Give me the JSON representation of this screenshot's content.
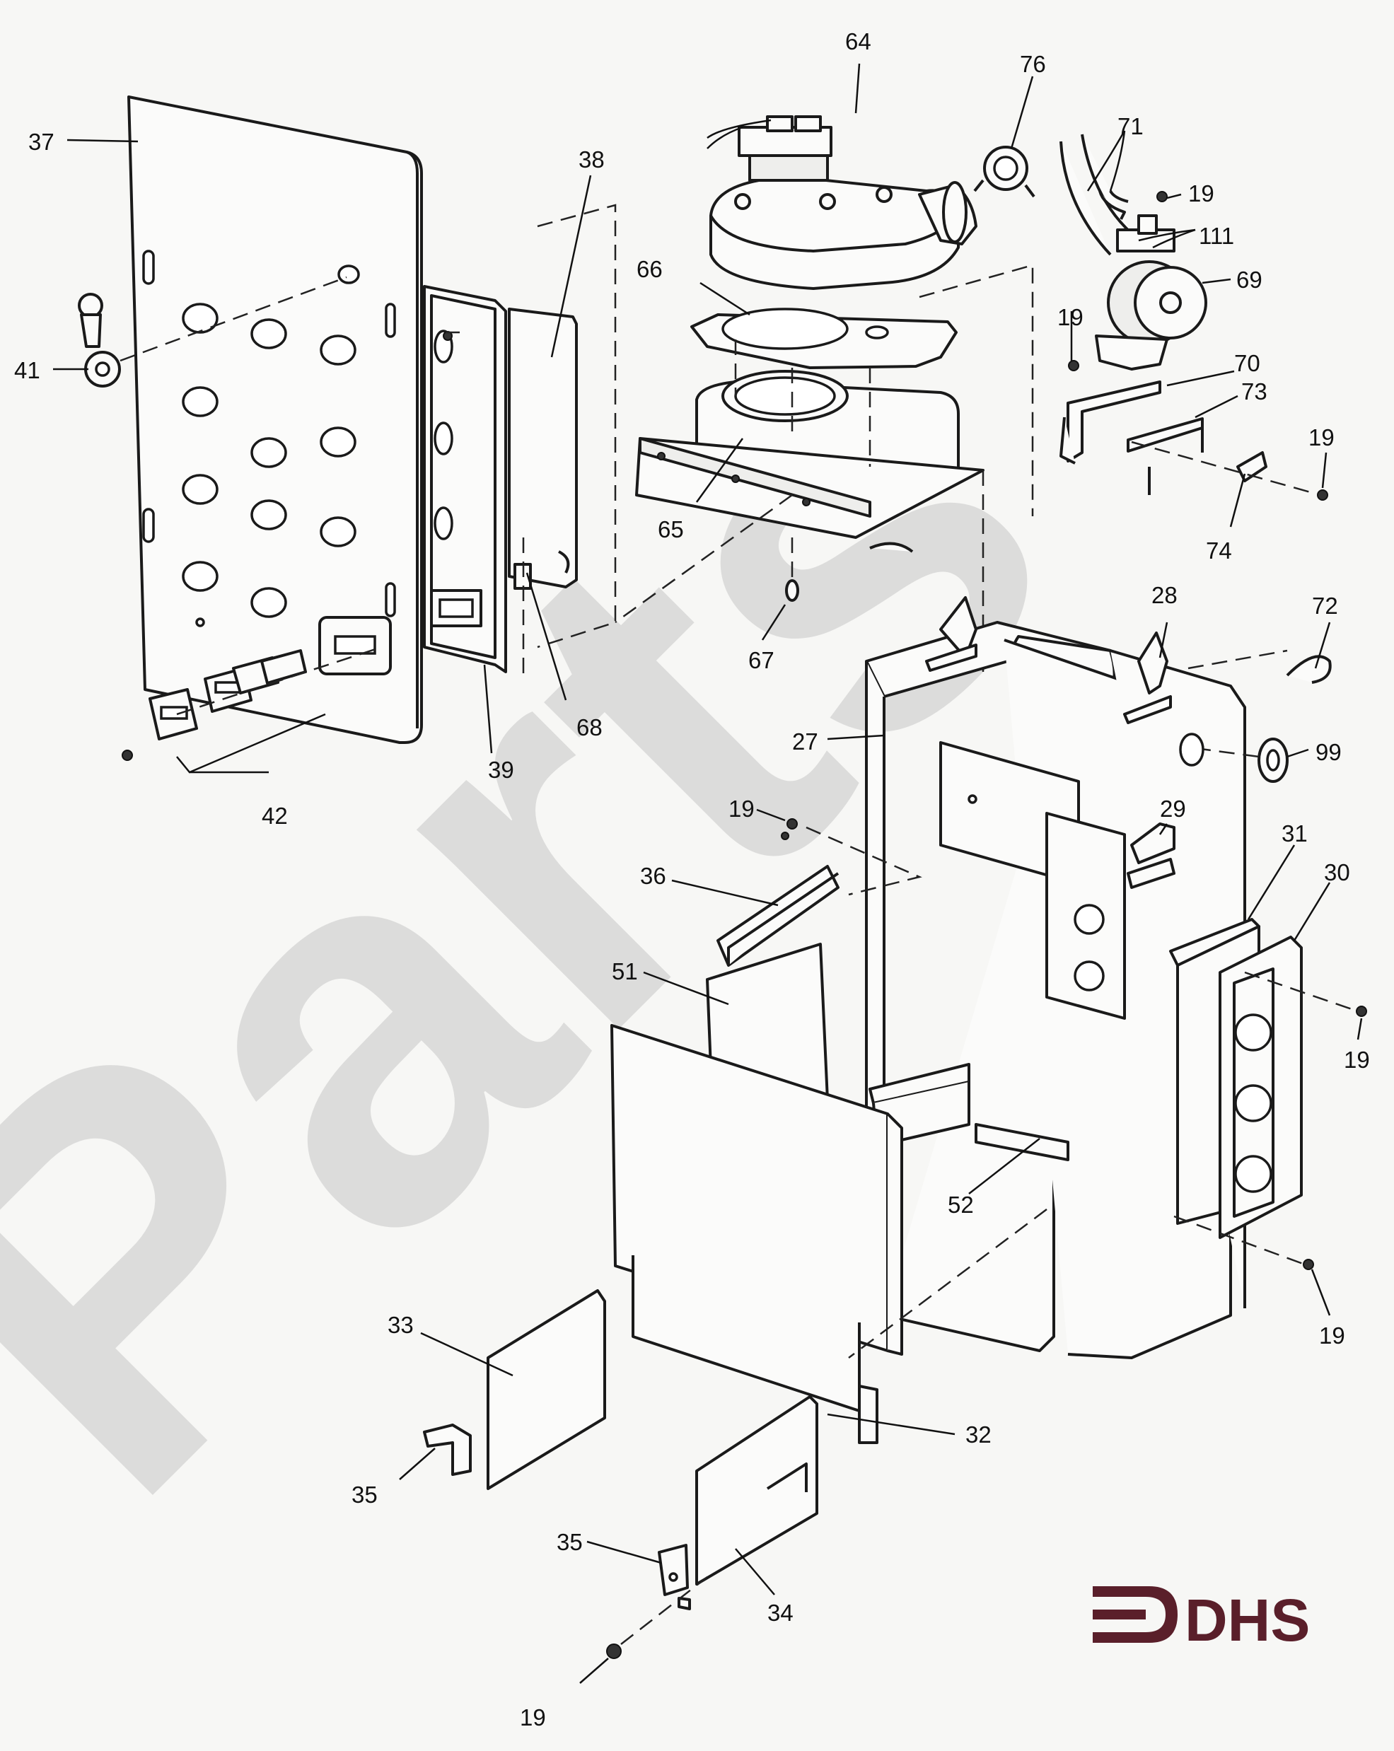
{
  "watermark": {
    "text": "Parts"
  },
  "logo": {
    "text": "DHS",
    "color": "#5a1f2a"
  },
  "colors": {
    "line": "#1a1a1a",
    "paper": "#f7f7f5",
    "watermark": "#b9b9b9"
  },
  "callouts": {
    "p64": "64",
    "p76": "76",
    "p71": "71",
    "p19a": "19",
    "p111": "111",
    "p38": "38",
    "p37": "37",
    "p66": "66",
    "p69": "69",
    "p19b": "19",
    "p41": "41",
    "p70": "70",
    "p73": "73",
    "p19c": "19",
    "p65": "65",
    "p74": "74",
    "p68": "68",
    "p39": "39",
    "p42": "42",
    "p67": "67",
    "p28": "28",
    "p72": "72",
    "p27": "27",
    "p99": "99",
    "p19d": "19",
    "p29": "29",
    "p31": "31",
    "p30": "30",
    "p36": "36",
    "p51": "51",
    "p19e": "19",
    "p52": "52",
    "p19f": "19",
    "p33": "33",
    "p32": "32",
    "p35a": "35",
    "p35b": "35",
    "p34": "34",
    "p19g": "19"
  }
}
